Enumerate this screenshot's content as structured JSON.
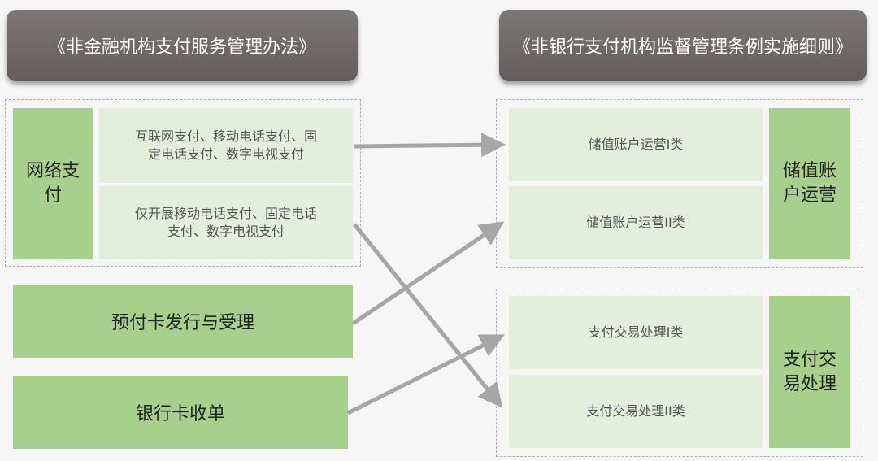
{
  "headers": {
    "left": "《非金融机构支付服务管理办法》",
    "right": "《非银行支付机构监督管理条例实施细则》"
  },
  "left": {
    "network_payment": {
      "label_line1": "网络支",
      "label_line2": "付",
      "sub1_line1": "互联网支付、移动电话支付、固",
      "sub1_line2": "定电话支付、数字电视支付",
      "sub2_line1": "仅开展移动电话支付、固定电话",
      "sub2_line2": "支付、数字电视支付"
    },
    "prepaid_card": "预付卡发行与受理",
    "bank_card_acquiring": "银行卡收单"
  },
  "right": {
    "stored_value": {
      "label_line1": "储值账",
      "label_line2": "户运营",
      "type1": "储值账户运营I类",
      "type2": "储值账户运营II类"
    },
    "payment_processing": {
      "label_line1": "支付交",
      "label_line2": "易处理",
      "type1": "支付交易处理I类",
      "type2": "支付交易处理II类"
    }
  },
  "colors": {
    "header_bg": "#6f6a6a",
    "dark_green": "#a8d08d",
    "light_green": "#e3efda",
    "arrow": "#a6a6a6"
  }
}
